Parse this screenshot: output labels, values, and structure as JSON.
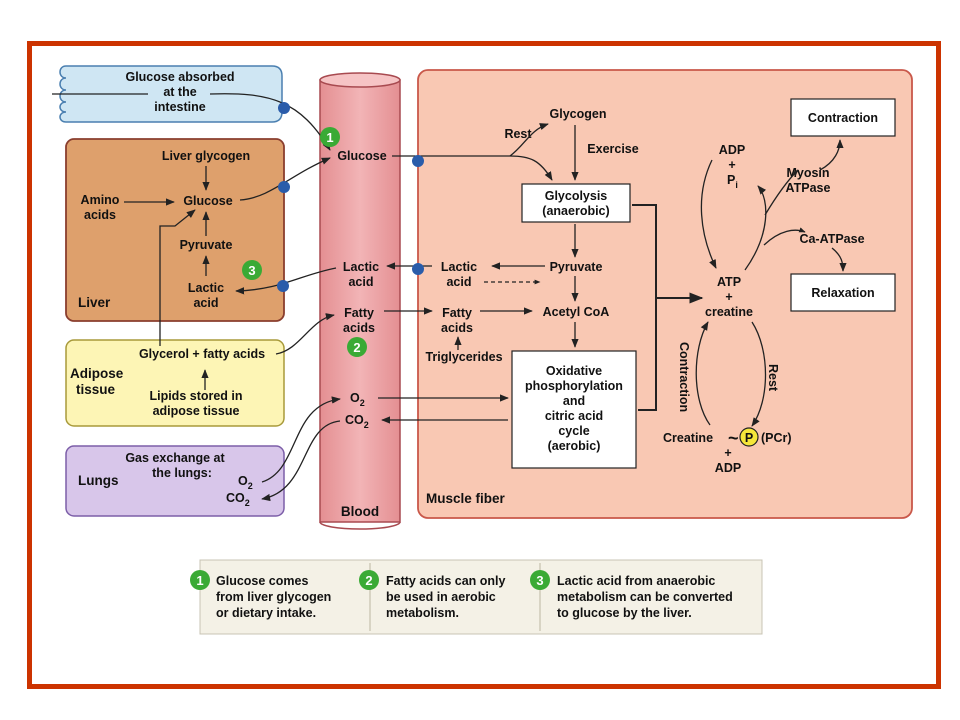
{
  "intestine": {
    "line1": "Glucose absorbed",
    "line2": "at the",
    "line3": "intestine"
  },
  "liver": {
    "title": "Liver",
    "glycogen": "Liver glycogen",
    "amino1": "Amino",
    "amino2": "acids",
    "glucose": "Glucose",
    "pyruvate": "Pyruvate",
    "lactic1": "Lactic",
    "lactic2": "acid"
  },
  "adipose": {
    "title1": "Adipose",
    "title2": "tissue",
    "glycerol": "Glycerol + fatty acids",
    "lipids1": "Lipids stored in",
    "lipids2": "adipose tissue"
  },
  "lungs": {
    "title": "Lungs",
    "gas1": "Gas exchange at",
    "gas2": "the lungs:",
    "o2": "O",
    "o2_sub": "2",
    "co2": "CO",
    "co2_sub": "2"
  },
  "blood": {
    "title": "Blood",
    "glucose": "Glucose",
    "lactic1": "Lactic",
    "lactic2": "acid",
    "fatty1": "Fatty",
    "fatty2": "acids",
    "o2": "O",
    "o2_sub": "2",
    "co2": "CO",
    "co2_sub": "2"
  },
  "muscle": {
    "title": "Muscle fiber",
    "glycogen": "Glycogen",
    "rest": "Rest",
    "exercise": "Exercise",
    "glycolysis1": "Glycolysis",
    "glycolysis2": "(anaerobic)",
    "pyruvate": "Pyruvate",
    "lactic1": "Lactic",
    "lactic2": "acid",
    "acetyl": "Acetyl CoA",
    "fatty1": "Fatty",
    "fatty2": "acids",
    "triglycerides": "Triglycerides",
    "oxphos1": "Oxidative",
    "oxphos2": "phosphorylation",
    "oxphos3": "and",
    "oxphos4": "citric acid",
    "oxphos5": "cycle",
    "oxphos6": "(aerobic)",
    "adp": "ADP",
    "plus": "+",
    "pi": "P",
    "pi_sub": "i",
    "myosin1": "Myosin",
    "myosin2": "ATPase",
    "contraction_box": "Contraction",
    "ca_atpase": "Ca-ATPase",
    "relaxation_box": "Relaxation",
    "atp": "ATP",
    "creatine": "creatine",
    "contraction_side": "Contraction",
    "rest_side": "Rest",
    "creatine_p": "Creatine",
    "tilde": "~",
    "p_circle": "P",
    "pcr": "(PCr)",
    "adp_bottom": "ADP"
  },
  "steps": [
    {
      "num": "1",
      "line1": "Glucose comes",
      "line2": "from liver glycogen",
      "line3": "or dietary intake."
    },
    {
      "num": "2",
      "line1": "Fatty acids can only",
      "line2": "be used in aerobic",
      "line3": "metabolism."
    },
    {
      "num": "3",
      "line1": "Lactic acid from anaerobic",
      "line2": "metabolism can be converted",
      "line3": "to glucose by the liver."
    }
  ],
  "colors": {
    "frame": "#cc3300",
    "intestine": "#cfe6f3",
    "liver": "#dea06c",
    "adipose": "#fdf5b5",
    "lungs": "#d8c6ea",
    "blood": "#eea8aa",
    "muscle": "#f9c8b3",
    "green": "#3aaa35",
    "blue_dot": "#2a5caa"
  }
}
